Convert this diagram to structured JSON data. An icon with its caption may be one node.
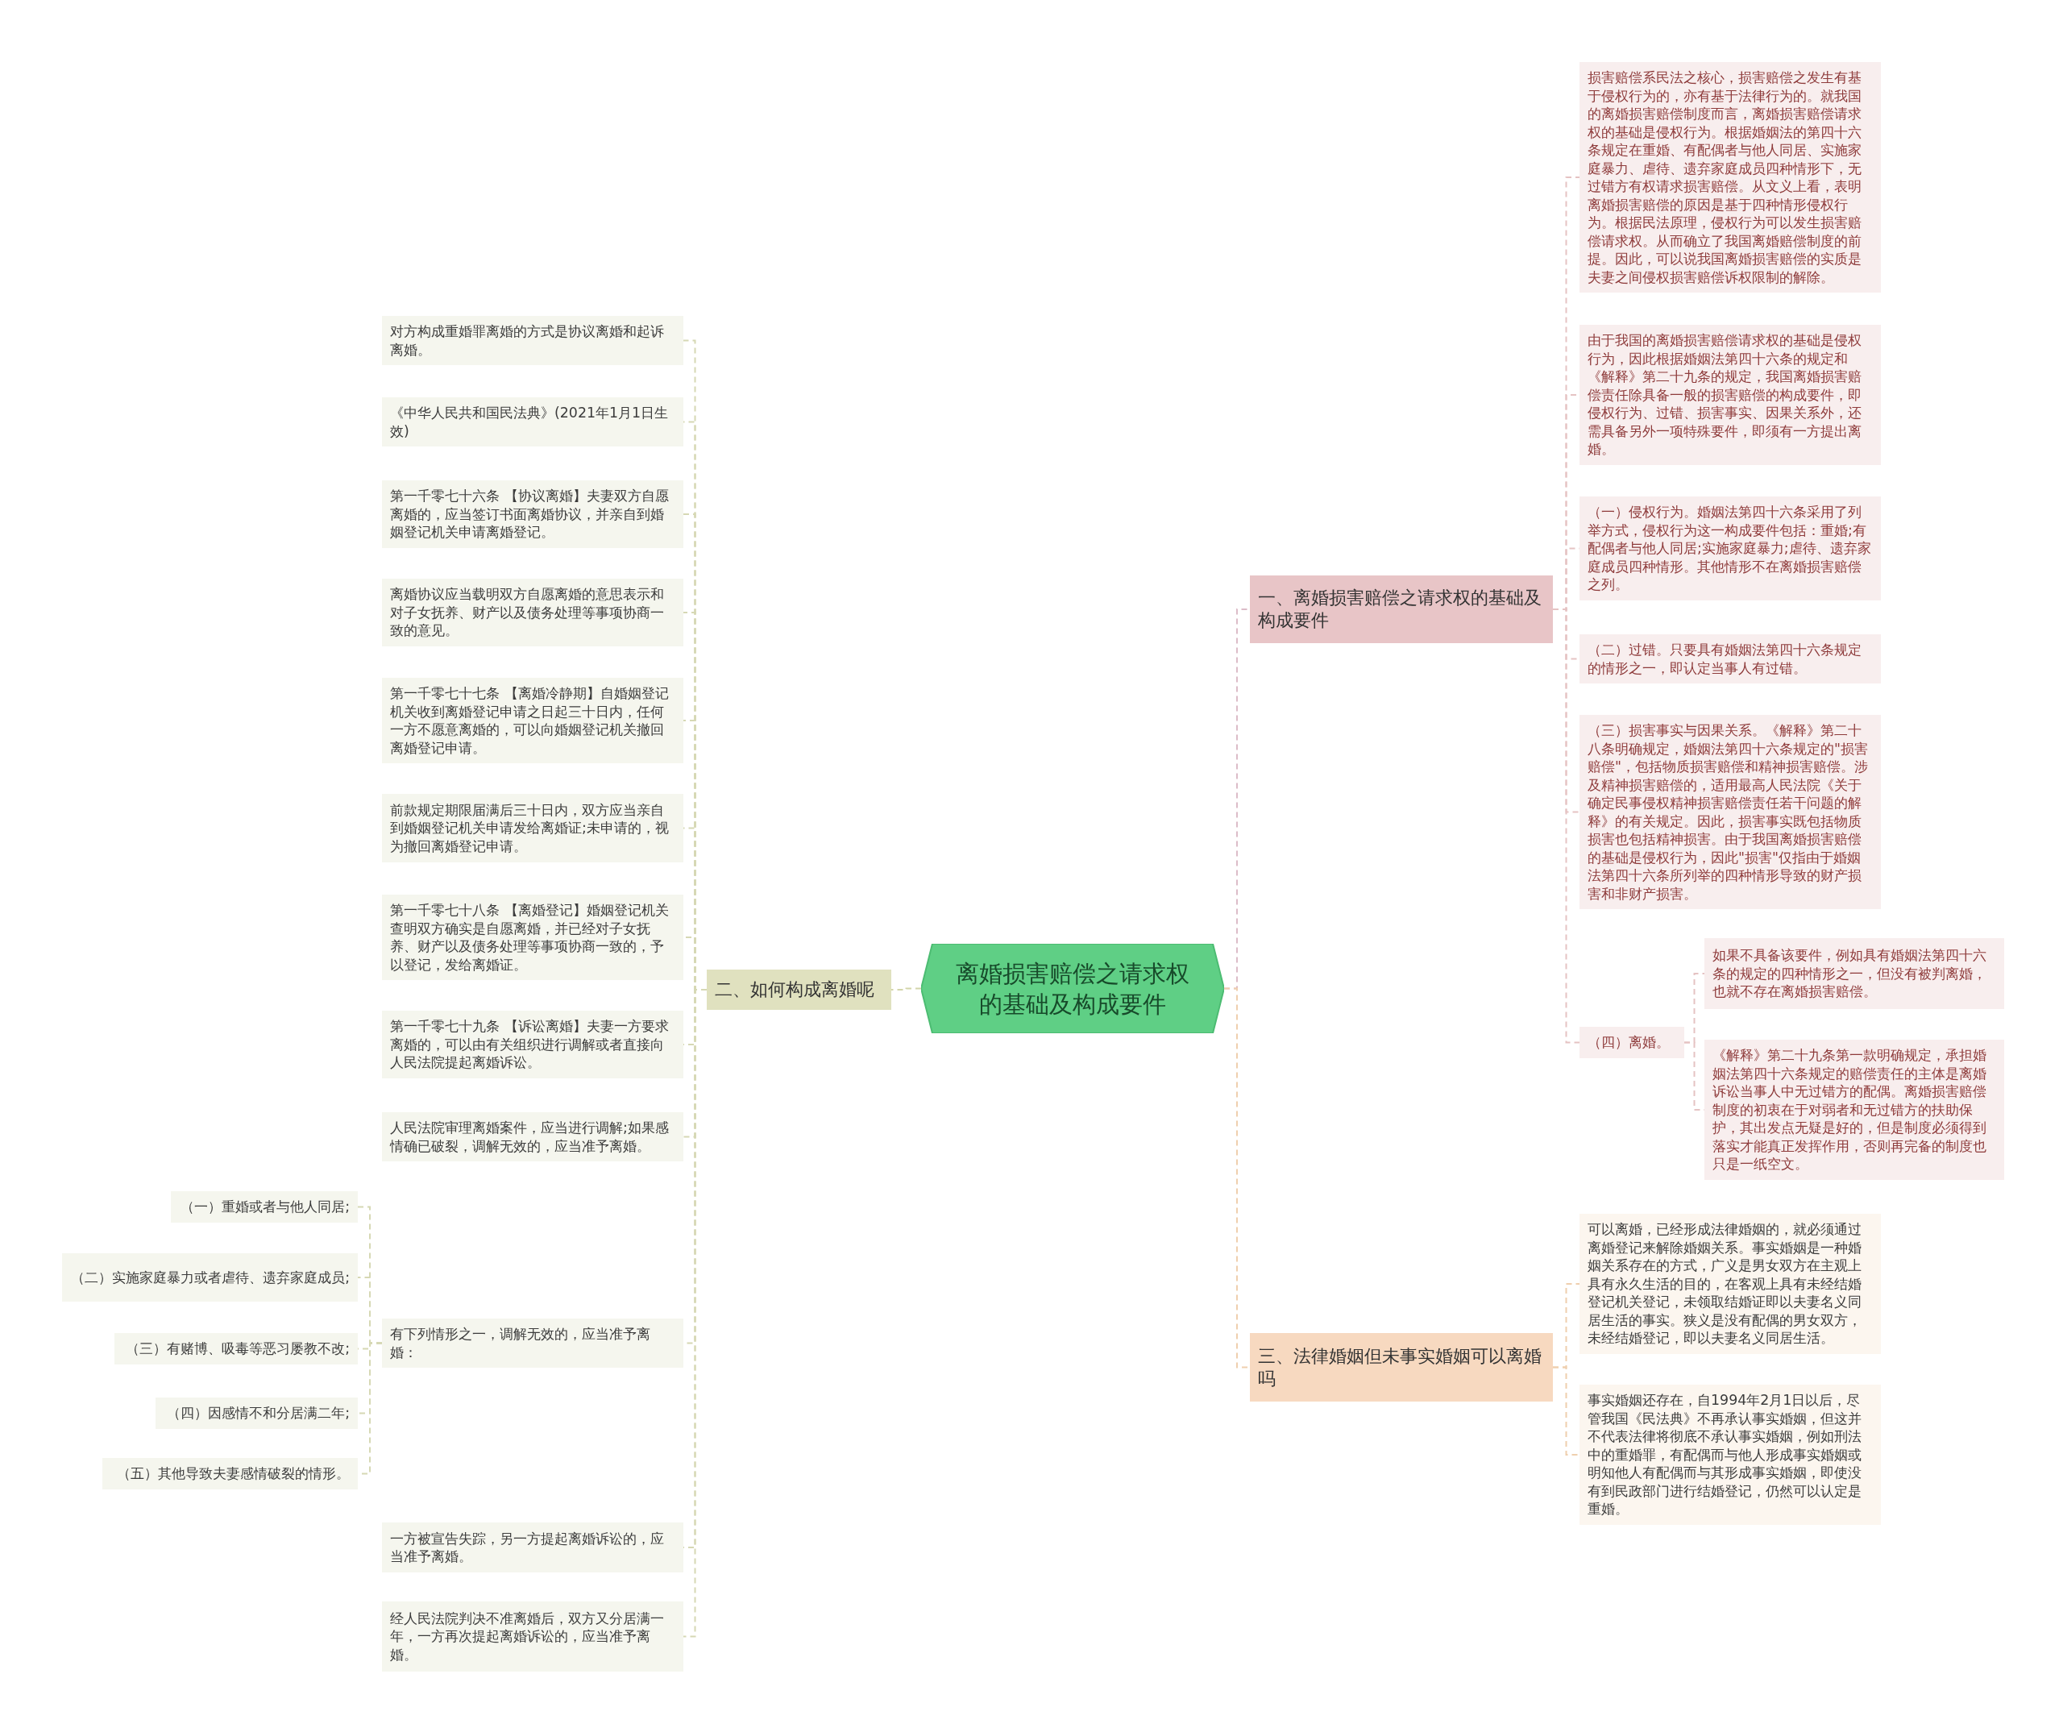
{
  "diagram": {
    "nodes": [
      {
        "text": [
          "离婚损害赔偿之请求权的基础及构成要件"
        ]
      },
      {
        "text": [
          "一、离婚损害赔偿之请求权的基础及构成要件"
        ]
      },
      {
        "text": [
          "三、法律婚姻但未事实婚姻可以离婚吗"
        ]
      },
      {
        "text": [
          "二、如何构成离婚呢"
        ]
      },
      {
        "text": [
          "损害赔偿系民法之核心，损害赔偿之发生有基于侵权行为的，亦有基于法律行为的。就我国的离婚损害赔偿制度而言，离婚损害赔偿请求权的基础是侵权行为。根据婚姻法的第四十六条规定在重婚、有配偶者与他人同居、实施家庭暴力、虐待、遗弃家庭成员四种情形下，无过错方有权请求损害赔偿。从文义上看，表明离婚损害赔偿的原因是基于四种情形侵权行为。根据民法原理，侵权行为可以发生损害赔偿请求权。从而确立了我国离婚赔偿制度的前提。因此，可以说我国离婚损害赔偿的实质是夫妻之间侵权损害赔偿诉权限制的解除。"
        ]
      },
      {
        "text": [
          "由于我国的离婚损害赔偿请求权的基础是侵权行为，因此根据婚姻法第四十六条的规定和《解释》第二十九条的规定，我国离婚损害赔偿责任除具备一般的损害赔偿的构成要件，即侵权行为、过错、损害事实、因果关系外，还需具备另外一项特殊要件，即须有一方提出离婚。"
        ]
      },
      {
        "text": [
          "（一）侵权行为。婚姻法第四十六条采用了列举方式，侵权行为这一构成要件包括：重婚;有配偶者与他人同居;实施家庭暴力;虐待、遗弃家庭成员四种情形。其他情形不在离婚损害赔偿之列。"
        ]
      },
      {
        "text": [
          "（二）过错。只要具有婚姻法第四十六条规定的情形之一，即认定当事人有过错。"
        ]
      },
      {
        "text": [
          "（三）损害事实与因果关系。《解释》第二十八条明确规定，婚姻法第四十六条规定的\"损害赔偿\"，包括物质损害赔偿和精神损害赔偿。涉及精神损害赔偿的，适用最高人民法院《关于确定民事侵权精神损害赔偿责任若干问题的解释》的有关规定。因此，损害事实既包括物质损害也包括精神损害。由于我国离婚损害赔偿的基础是侵权行为，因此\"损害\"仅指由于婚姻法第四十六条所列举的四种情形导致的财产损害和非财产损害。"
        ]
      },
      {
        "text": [
          "（四）离婚。"
        ]
      },
      {
        "text": [
          "如果不具备该要件，例如具有婚姻法第四十六条的规定的四种情形之一，但没有被判离婚，也就不存在离婚损害赔偿。"
        ]
      },
      {
        "text": [
          "《解释》第二十九条第一款明确规定，承担婚姻法第四十六条规定的赔偿责任的主体是离婚诉讼当事人中无过错方的配偶。离婚损害赔偿制度的初衷在于对弱者和无过错方的扶助保护，其出发点无疑是好的，但是制度必须得到落实才能真正发挥作用，否则再完备的制度也只是一纸空文。"
        ]
      },
      {
        "text": [
          "可以离婚，已经形成法律婚姻的，就必须通过离婚登记来解除婚姻关系。事实婚姻是一种婚姻关系存在的方式，广义是男女双方在主观上具有永久生活的目的，在客观上具有未经结婚登记机关登记，未领取结婚证即以夫妻名义同居生活的事实。狭义是没有配偶的男女双方，未经结婚登记，即以夫妻名义同居生活。"
        ]
      },
      {
        "text": [
          "事实婚姻还存在，自1994年2月1日以后，尽管我国《民法典》不再承认事实婚姻，但这并不代表法律将彻底不承认事实婚姻，例如刑法中的重婚罪，有配偶而与他人形成事实婚姻或明知他人有配偶而与其形成事实婚姻，即使没有到民政部门进行结婚登记，仍然可以认定是重婚。"
        ]
      },
      {
        "text": [
          "对方构成重婚罪离婚的方式是协议离婚和起诉离婚。"
        ]
      },
      {
        "text": [
          "《中华人民共和国民法典》(2021年1月1日生效)"
        ]
      },
      {
        "text": [
          "第一千零七十六条 【协议离婚】夫妻双方自愿离婚的，应当签订书面离婚协议，并亲自到婚姻登记机关申请离婚登记。"
        ]
      },
      {
        "text": [
          "离婚协议应当载明双方自愿离婚的意思表示和对子女抚养、财产以及债务处理等事项协商一致的意见。"
        ]
      },
      {
        "text": [
          "第一千零七十七条 【离婚冷静期】自婚姻登记机关收到离婚登记申请之日起三十日内，任何一方不愿意离婚的，可以向婚姻登记机关撤回离婚登记申请。"
        ]
      },
      {
        "text": [
          "前款规定期限届满后三十日内，双方应当亲自到婚姻登记机关申请发给离婚证;未申请的，视为撤回离婚登记申请。"
        ]
      },
      {
        "text": [
          "第一千零七十八条 【离婚登记】婚姻登记机关查明双方确实是自愿离婚，并已经对子女抚养、财产以及债务处理等事项协商一致的，予以登记，发给离婚证。"
        ]
      },
      {
        "text": [
          "第一千零七十九条 【诉讼离婚】夫妻一方要求离婚的，可以由有关组织进行调解或者直接向人民法院提起离婚诉讼。"
        ]
      },
      {
        "text": [
          "人民法院审理离婚案件，应当进行调解;如果感情确已破裂，调解无效的，应当准予离婚。"
        ]
      },
      {
        "text": [
          "有下列情形之一，调解无效的，应当准予离婚："
        ]
      },
      {
        "text": [
          "一方被宣告失踪，另一方提起离婚诉讼的，应当准予离婚。"
        ]
      },
      {
        "text": [
          "经人民法院判决不准离婚后，双方又分居满一年，一方再次提起离婚诉讼的，应当准予离婚。"
        ]
      },
      {
        "text": [
          "（一）重婚或者与他人同居;"
        ]
      },
      {
        "text": [
          "（二）实施家庭暴力或者虐待、遗弃家庭成员;"
        ]
      },
      {
        "text": [
          "（三）有赌博、吸毒等恶习屡教不改;"
        ]
      },
      {
        "text": [
          "（四）因感情不和分居满二年;"
        ]
      },
      {
        "text": [
          "（五）其他导致夫妻感情破裂的情形。"
        ]
      }
    ],
    "edges": [
      {
        "from": 0,
        "to": 1,
        "arrow": "none",
        "color": "#dcbcc8"
      },
      {
        "from": 0,
        "to": 2,
        "arrow": "none",
        "color": "#efcfae"
      },
      {
        "from": 0,
        "to": 3,
        "arrow": "none",
        "color": "#d3d5aa"
      },
      {
        "from": 1,
        "to": 4,
        "arrow": "none",
        "color": "#e5c3c3"
      },
      {
        "from": 1,
        "to": 5,
        "arrow": "none",
        "color": "#e5c3c3"
      },
      {
        "from": 1,
        "to": 6,
        "arrow": "none",
        "color": "#e5c3c3"
      },
      {
        "from": 1,
        "to": 7,
        "arrow": "none",
        "color": "#e5c3c3"
      },
      {
        "from": 1,
        "to": 8,
        "arrow": "none",
        "color": "#e5c3c3"
      },
      {
        "from": 1,
        "to": 9,
        "arrow": "none",
        "color": "#e5c3c3"
      },
      {
        "from": 9,
        "to": 10,
        "arrow": "none",
        "color": "#e5c3c3"
      },
      {
        "from": 9,
        "to": 11,
        "arrow": "none",
        "color": "#e5c3c3"
      },
      {
        "from": 2,
        "to": 12,
        "arrow": "none",
        "color": "#efcfae"
      },
      {
        "from": 2,
        "to": 13,
        "arrow": "none",
        "color": "#efcfae"
      },
      {
        "from": 3,
        "to": 14,
        "arrow": "none"
      },
      {
        "from": 3,
        "to": 15,
        "arrow": "none"
      },
      {
        "from": 3,
        "to": 16,
        "arrow": "none"
      },
      {
        "from": 3,
        "to": 17,
        "arrow": "none"
      },
      {
        "from": 3,
        "to": 18,
        "arrow": "none"
      },
      {
        "from": 3,
        "to": 19,
        "arrow": "none"
      },
      {
        "from": 3,
        "to": 20,
        "arrow": "none"
      },
      {
        "from": 3,
        "to": 21,
        "arrow": "none"
      },
      {
        "from": 3,
        "to": 22,
        "arrow": "none"
      },
      {
        "from": 3,
        "to": 23,
        "arrow": "none"
      },
      {
        "from": 3,
        "to": 24,
        "arrow": "none"
      },
      {
        "from": 3,
        "to": 25,
        "arrow": "none"
      },
      {
        "from": 23,
        "to": 26,
        "arrow": "none"
      },
      {
        "from": 23,
        "to": 27,
        "arrow": "none"
      },
      {
        "from": 23,
        "to": 28,
        "arrow": "none"
      },
      {
        "from": 23,
        "to": 29,
        "arrow": "none"
      },
      {
        "from": 23,
        "to": 30,
        "arrow": "none"
      }
    ]
  }
}
